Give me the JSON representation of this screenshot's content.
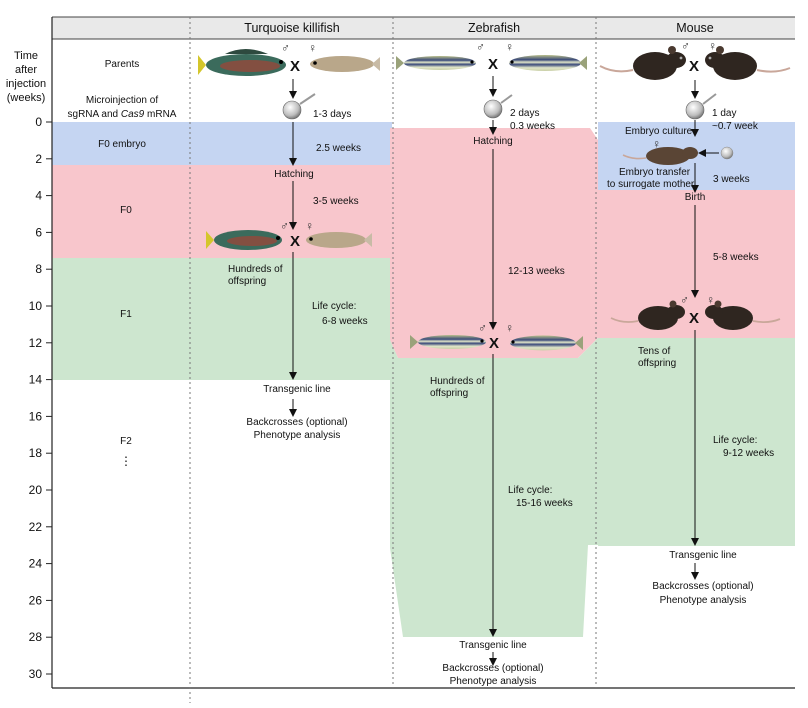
{
  "headers": {
    "col1": "Turquoise killifish",
    "col2": "Zebrafish",
    "col3": "Mouse"
  },
  "axis": {
    "title_lines": [
      "Time",
      "after",
      "injection",
      "(weeks)"
    ],
    "ticks": [
      "0",
      "2",
      "4",
      "6",
      "8",
      "10",
      "12",
      "14",
      "16",
      "18",
      "20",
      "22",
      "24",
      "26",
      "28",
      "30"
    ]
  },
  "stages": {
    "parents": "Parents",
    "microinjection_line1": "Microinjection of",
    "microinjection_line2_a": "sgRNA and ",
    "microinjection_line2_b": "Cas9",
    "microinjection_line2_c": " mRNA",
    "f0_embryo": "F0 embryo",
    "f0": "F0",
    "f1": "F1",
    "f2": "F2",
    "f2_dots": "⋮"
  },
  "symbols": {
    "male": "♂",
    "female": "♀",
    "cross": "X"
  },
  "killifish": {
    "inj_time": "1-3 days",
    "embryo_time": "2.5 weeks",
    "hatching": "Hatching",
    "f0_time": "3-5 weeks",
    "offspring_l1": "Hundreds of",
    "offspring_l2": "offspring",
    "life_l1": "Life cycle:",
    "life_l2": "6-8 weeks",
    "transgenic": "Transgenic line",
    "backcross": "Backcrosses (optional)",
    "phenotype": "Phenotype analysis"
  },
  "zebrafish": {
    "inj_l1": "2 days",
    "inj_l2": "0.3 weeks",
    "hatching": "Hatching",
    "f0_time": "12-13 weeks",
    "offspring_l1": "Hundreds of",
    "offspring_l2": "offspring",
    "life_l1": "Life cycle:",
    "life_l2": "15-16 weeks",
    "transgenic": "Transgenic line",
    "backcross": "Backcrosses (optional)",
    "phenotype": "Phenotype analysis"
  },
  "mouse": {
    "inj_l1": "1 day",
    "inj_l2": "~0.7 week",
    "culture": "Embryo culture",
    "transfer_l1": "Embryo transfer",
    "transfer_l2": "to surrogate mother",
    "transfer_time": "3 weeks",
    "birth": "Birth",
    "f0_time": "5-8 weeks",
    "offspring_l1": "Tens of",
    "offspring_l2": "offspring",
    "life_l1": "Life cycle:",
    "life_l2": "9-12 weeks",
    "transgenic": "Transgenic line",
    "backcross": "Backcrosses (optional)",
    "phenotype": "Phenotype analysis"
  },
  "colors": {
    "embryo_band": "#c5d5f2",
    "f0_band": "#f8c6cc",
    "f1_band": "#cde6cf",
    "header_bar": "#e9e9e9"
  }
}
